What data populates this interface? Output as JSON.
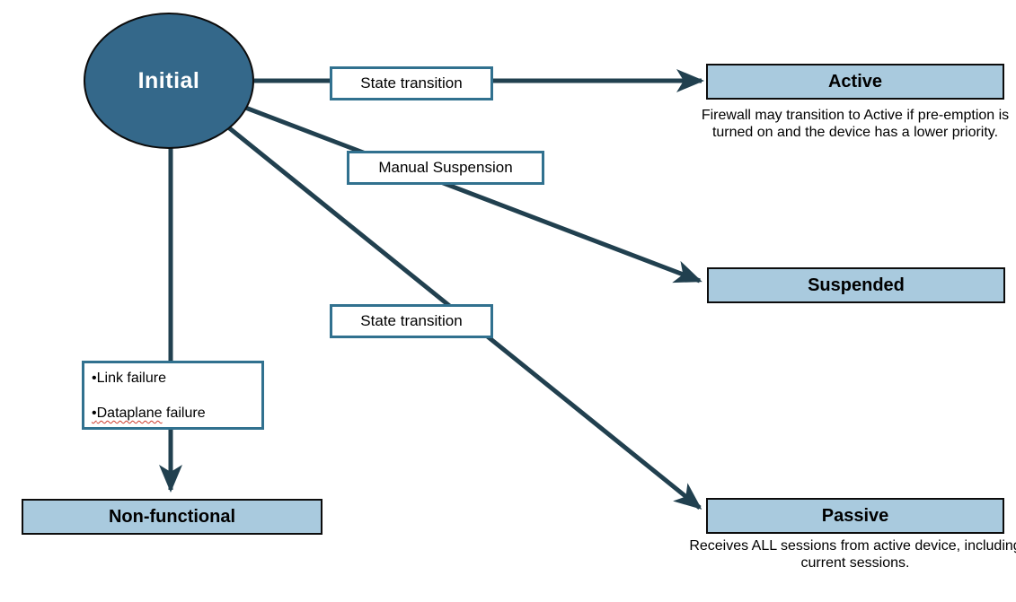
{
  "colors": {
    "node_fill": "#34688a",
    "state_fill": "#a9cade",
    "arrow": "#21404f",
    "label_border": "#31718f",
    "state_border": "#0c0c0c",
    "spellcheck_underline": "#d03a2b"
  },
  "initial_node": {
    "label": "Initial"
  },
  "arrow_labels": {
    "to_active": "State transition",
    "to_suspended": "Manual Suspension",
    "to_passive": "State transition"
  },
  "failure_box": {
    "item1": {
      "bullet": "•",
      "text": "Link failure"
    },
    "item2": {
      "bullet": "•",
      "misspelled_word": "Dataplane",
      "rest": " failure"
    }
  },
  "states": {
    "active": {
      "label": "Active",
      "caption": "Firewall may transition to Active if pre-emption is turned on and the device has a lower priority."
    },
    "suspended": {
      "label": "Suspended"
    },
    "passive": {
      "label": "Passive",
      "caption": "Receives ALL sessions from active device, including current sessions."
    },
    "non_functional": {
      "label": "Non-functional"
    }
  }
}
